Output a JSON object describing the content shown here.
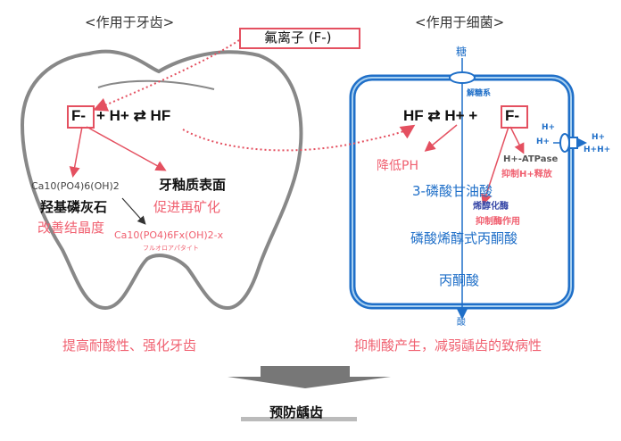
{
  "left": {
    "title": "<作用于牙齿>",
    "f_box": "F-",
    "eq_rest": "+ H+ ⇄ HF",
    "hydroxy_formula": "Ca10(PO4)6(OH)2",
    "hydroxy_name": "羟基磷灰石",
    "hydroxy_effect": "改善结晶度",
    "enamel": "牙釉质表面",
    "enamel_effect": "促进再矿化",
    "fluoro_formula": "Ca10(PO4)6Fx(OH)2-x",
    "fluoro_jp": "フルオロアパタイト",
    "result": "提高耐酸性、强化牙齿"
  },
  "fluoride_label": "氟离子 (F-)",
  "right": {
    "title": "<作用于细菌>",
    "sugar": "糖",
    "glycolysis": "解糖系",
    "eq_left": "HF ⇄ H+ +",
    "f_box": "F-",
    "lower_ph": "降低PH",
    "atpase": "H+-ATPase",
    "inhibit_h": "抑制H+释放",
    "pga": "3-磷酸甘油酸",
    "enolase": "烯醇化酶",
    "inhibit_enzyme": "抑制酶作用",
    "pep": "磷酸烯醇式丙酮酸",
    "pyruvate": "丙酮酸",
    "acid": "酸",
    "h_in": [
      "H+",
      "H+"
    ],
    "h_out": [
      "H+",
      "H+H+"
    ],
    "result": "抑制酸产生，减弱龋齿的致病性"
  },
  "bottom": {
    "conclusion": "预防龋齿"
  },
  "colors": {
    "red": "#f06070",
    "blue": "#1f6fc8",
    "gray": "#808080"
  }
}
